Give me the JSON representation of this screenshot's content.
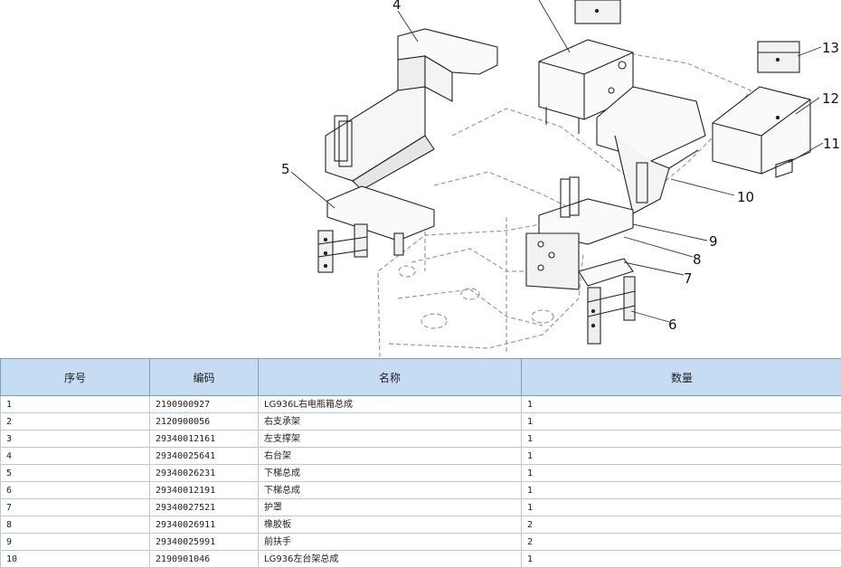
{
  "diagram": {
    "callouts": [
      "4",
      "5",
      "6",
      "7",
      "8",
      "9",
      "10",
      "11",
      "12",
      "13"
    ]
  },
  "table": {
    "headers": [
      "序号",
      "编码",
      "名称",
      "数量"
    ],
    "rows": [
      {
        "no": "1",
        "code": "2190900927",
        "name": "LG936L右电瓶箱总成",
        "qty": "1"
      },
      {
        "no": "2",
        "code": "2120900056",
        "name": "右支承架",
        "qty": "1"
      },
      {
        "no": "3",
        "code": "29340012161",
        "name": "左支撑架",
        "qty": "1"
      },
      {
        "no": "4",
        "code": "29340025641",
        "name": "右台架",
        "qty": "1"
      },
      {
        "no": "5",
        "code": "29340026231",
        "name": "下梯总成",
        "qty": "1"
      },
      {
        "no": "6",
        "code": "29340012191",
        "name": "下梯总成",
        "qty": "1"
      },
      {
        "no": "7",
        "code": "29340027521",
        "name": "护罩",
        "qty": "1"
      },
      {
        "no": "8",
        "code": "29340026911",
        "name": "橡胶板",
        "qty": "2"
      },
      {
        "no": "9",
        "code": "29340025991",
        "name": "前扶手",
        "qty": "2"
      },
      {
        "no": "10",
        "code": "2190901046",
        "name": "LG936左台架总成",
        "qty": "1"
      }
    ]
  }
}
